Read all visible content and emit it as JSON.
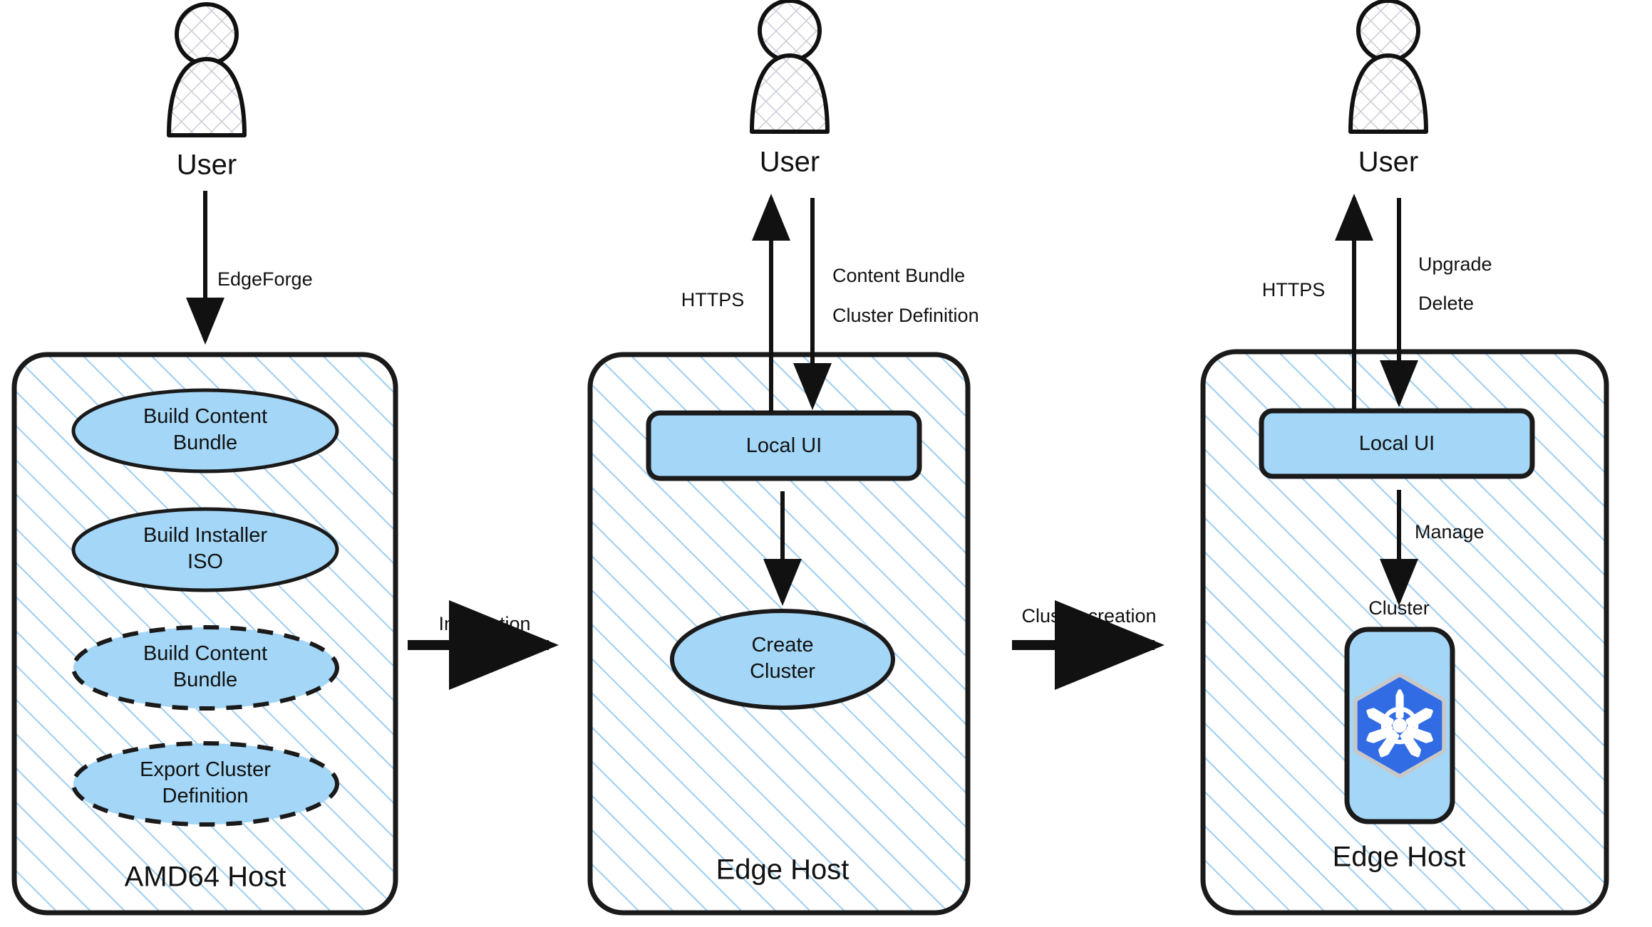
{
  "diagram": {
    "title": "EdgeForge to Edge Host cluster lifecycle",
    "colors": {
      "node_fill": "#a3d6f7",
      "node_stroke": "#1a1a1a",
      "host_stroke": "#1a1a1a",
      "hatch_line": "#9ccdf2",
      "actor_hatch": "#c9ccd4",
      "arrow": "#111111",
      "k8s_blue": "#326ce5",
      "k8s_outline": "#c8c8c8",
      "background": "#ffffff"
    },
    "actors": [
      {
        "id": "user-1",
        "label": "User"
      },
      {
        "id": "user-2",
        "label": "User"
      },
      {
        "id": "user-3",
        "label": "User"
      }
    ],
    "hosts": [
      {
        "id": "amd64-host",
        "label": "AMD64 Host",
        "nodes": [
          {
            "id": "build-content-bundle-1",
            "shape": "ellipse",
            "stroke": "solid",
            "lines": [
              "Build Content",
              "Bundle"
            ]
          },
          {
            "id": "build-installer-iso",
            "shape": "ellipse",
            "stroke": "solid",
            "lines": [
              "Build Installer",
              "ISO"
            ]
          },
          {
            "id": "build-content-bundle-2",
            "shape": "ellipse",
            "stroke": "dashed",
            "lines": [
              "Build Content",
              "Bundle"
            ]
          },
          {
            "id": "export-cluster-definition",
            "shape": "ellipse",
            "stroke": "dashed",
            "lines": [
              "Export Cluster",
              "Definition"
            ]
          }
        ]
      },
      {
        "id": "edge-host-1",
        "label": "Edge Host",
        "nodes": [
          {
            "id": "local-ui-1",
            "shape": "rounded-rect",
            "stroke": "solid",
            "lines": [
              "Local UI"
            ]
          },
          {
            "id": "create-cluster",
            "shape": "ellipse",
            "stroke": "solid",
            "lines": [
              "Create",
              "Cluster"
            ]
          }
        ]
      },
      {
        "id": "edge-host-2",
        "label": "Edge Host",
        "nodes": [
          {
            "id": "local-ui-2",
            "shape": "rounded-rect",
            "stroke": "solid",
            "lines": [
              "Local UI"
            ]
          },
          {
            "id": "cluster-k8s",
            "shape": "rounded-rect",
            "stroke": "solid",
            "lines": [],
            "caption": "Cluster",
            "icon": "kubernetes-icon"
          }
        ]
      }
    ],
    "edge_labels": {
      "edgeforge": "EdgeForge",
      "https_1": "HTTPS",
      "content_bundle": "Content Bundle",
      "cluster_definition": "Cluster Definition",
      "https_2": "HTTPS",
      "upgrade": "Upgrade",
      "delete": "Delete",
      "manage": "Manage",
      "cluster_caption": "Cluster",
      "installation": "Installation",
      "cluster_creation": "Cluster creation"
    }
  }
}
